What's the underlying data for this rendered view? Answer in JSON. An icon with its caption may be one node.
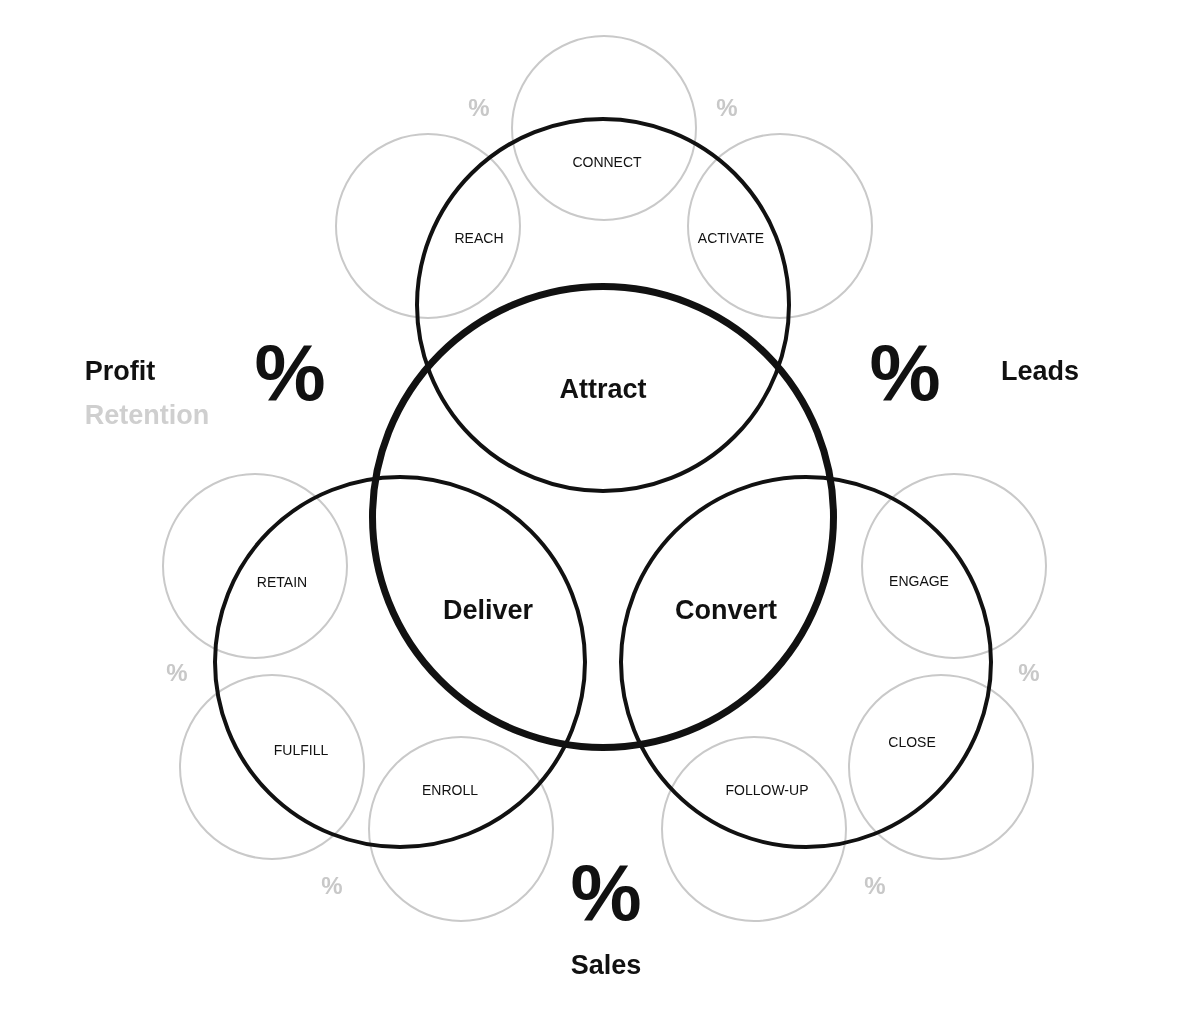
{
  "diagram": {
    "nodes": [
      {
        "text": [
          "CONNECT"
        ]
      },
      {
        "text": [
          "REACH"
        ]
      },
      {
        "text": [
          "ACTIVATE"
        ]
      },
      {
        "text": [
          "Attract"
        ]
      },
      {
        "text": [],
        "shape": "circle"
      },
      {
        "text": [
          "RETAIN"
        ]
      },
      {
        "text": [
          "ENGAGE"
        ]
      },
      {
        "text": [
          "Deliver"
        ]
      },
      {
        "text": [
          "Convert"
        ]
      },
      {
        "text": [
          "CLOSE"
        ]
      },
      {
        "text": [
          "FULFILL"
        ]
      },
      {
        "text": [
          "ENROLL"
        ]
      },
      {
        "text": [
          "FOLLOW-UP"
        ]
      }
    ],
    "edges": [],
    "labels": [
      "%",
      "%",
      "Profit",
      "%",
      "%",
      "Leads",
      "Retention",
      "%",
      "%",
      "%",
      "%",
      "%",
      "Sales"
    ]
  }
}
